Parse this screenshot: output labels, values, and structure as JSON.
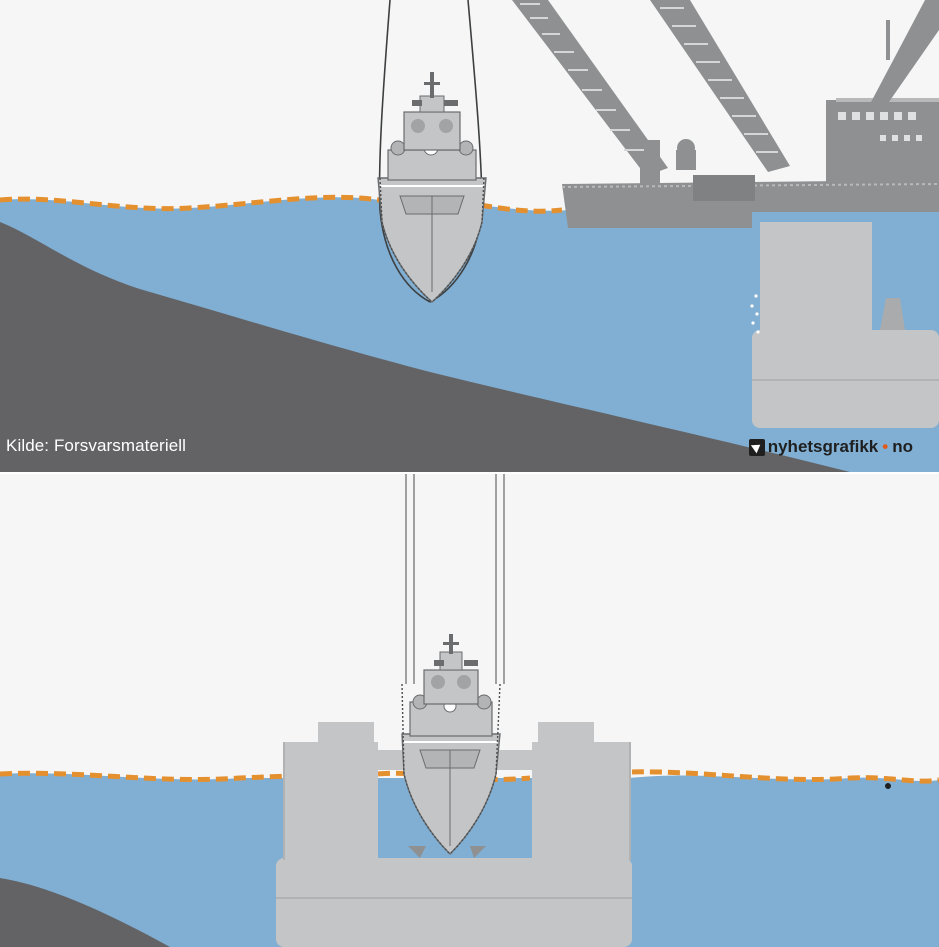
{
  "caption": {
    "source": "Kilde: Forsvarsmateriell"
  },
  "brand": {
    "name_main": "nyhetsgrafikk",
    "name_dot": "•",
    "name_tld": "no",
    "icon": "cursor-arrow-icon"
  },
  "colors": {
    "sky": "#f6f6f6",
    "water": "#80afd3",
    "seabed": "#636365",
    "boom": "#8e9092",
    "vessel": "#c4c5c6",
    "barrier": "#e5902f"
  }
}
